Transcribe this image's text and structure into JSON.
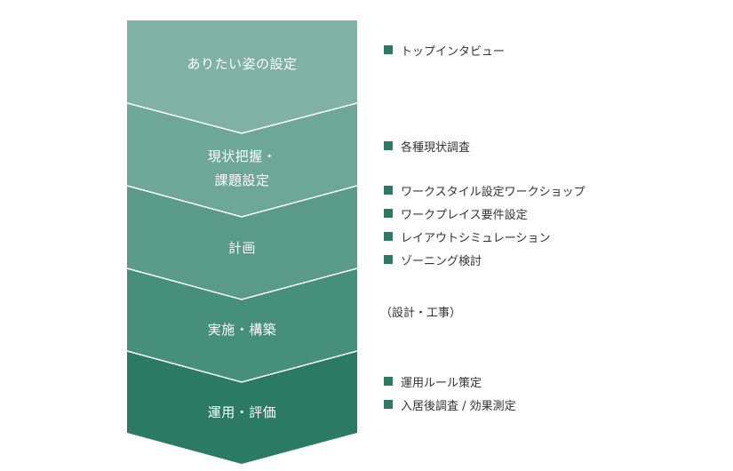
{
  "colors": {
    "stage_fills": [
      "#80b1a5",
      "#6da796",
      "#5a9b88",
      "#46907a",
      "#2a7b62"
    ],
    "divider": "#ffffff",
    "bullet": "#2a7b62",
    "label_text": "#ffffff",
    "note_text": "#333333"
  },
  "stages": [
    {
      "lines": [
        "ありたい姿の設定"
      ]
    },
    {
      "lines": [
        "現状把握・",
        "課題設定"
      ]
    },
    {
      "lines": [
        "計画"
      ]
    },
    {
      "lines": [
        "実施・構築"
      ]
    },
    {
      "lines": [
        "運用・評価"
      ]
    }
  ],
  "notes": {
    "group_1": [
      "トップインタビュー"
    ],
    "group_2": [
      "各種現状調査"
    ],
    "group_3": [
      "ワークスタイル設定ワークショップ",
      "ワークプレイス要件設定",
      "レイアウトシミュレーション",
      "ゾーニング検討"
    ],
    "group_4_text": "（設計・工事）",
    "group_5": [
      "運用ルール策定",
      "入居後調査 / 効果測定"
    ]
  }
}
